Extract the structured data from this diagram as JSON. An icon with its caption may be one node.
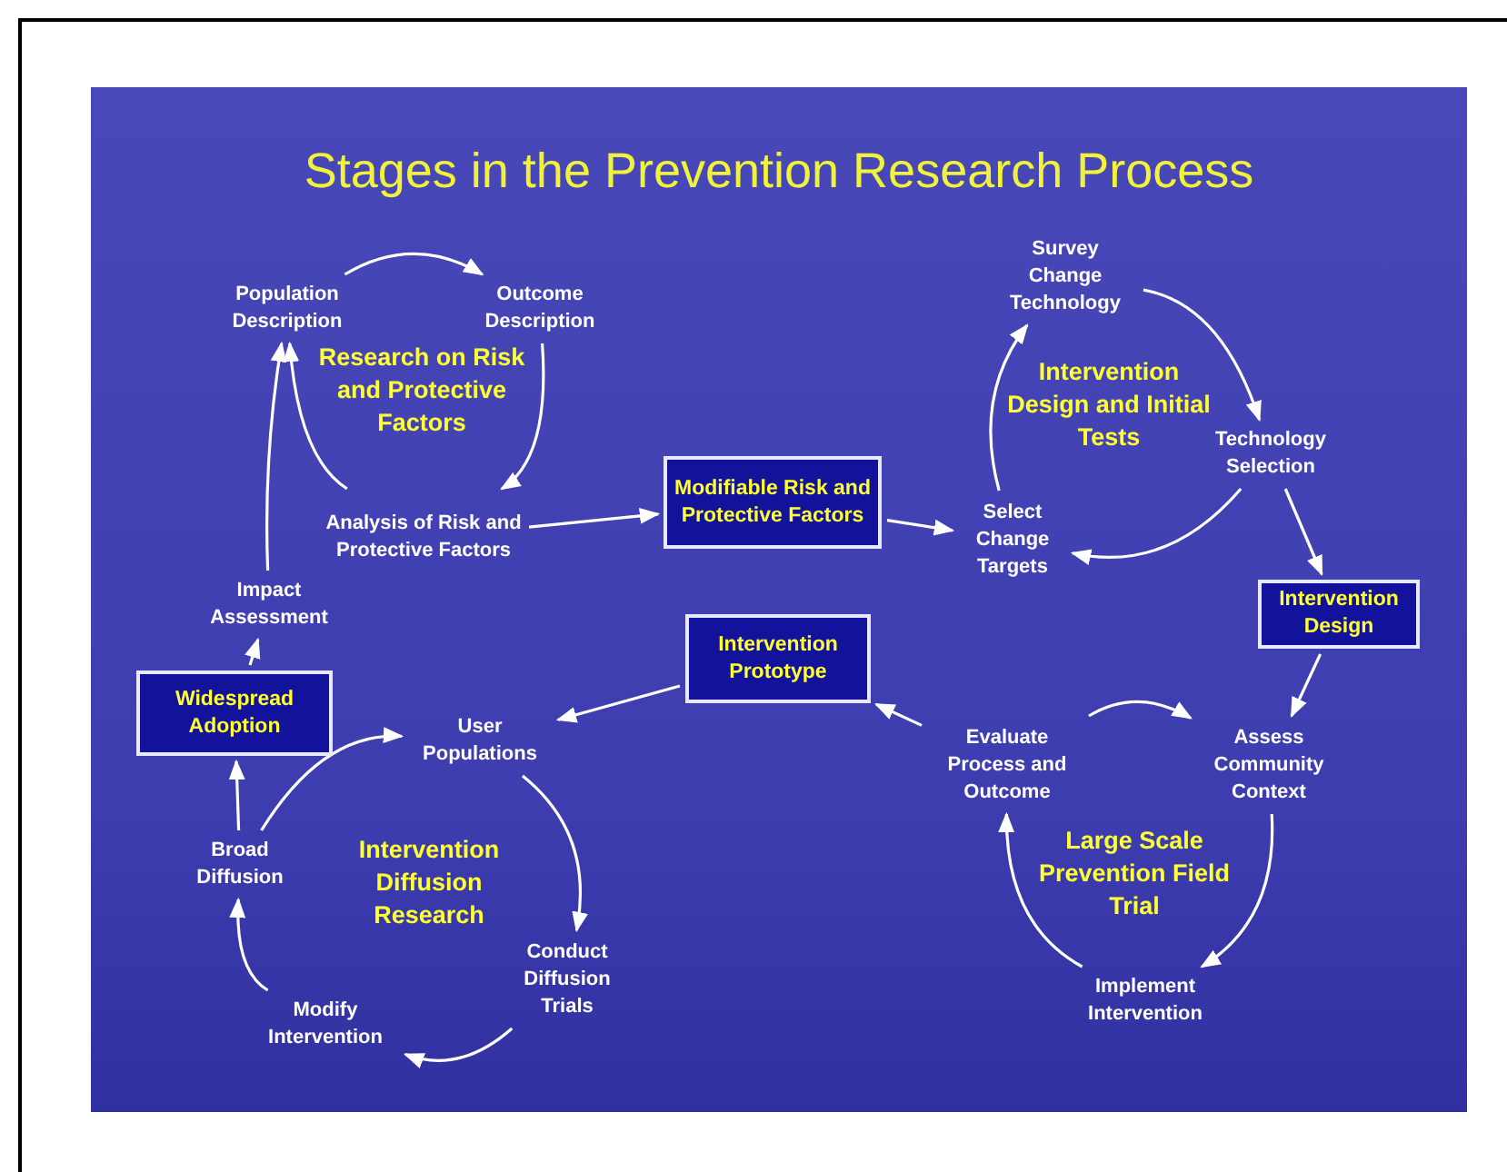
{
  "diagram": {
    "title": "Stages in the Prevention Research Process",
    "nodes": [
      {
        "text": [
          "Population Description"
        ]
      },
      {
        "text": [
          "Outcome Description"
        ]
      },
      {
        "text": [
          "Analysis of Risk and Protective Factors"
        ]
      },
      {
        "text": [
          "Modifiable Risk and Protective Factors"
        ]
      },
      {
        "text": [
          "Select Change Targets"
        ]
      },
      {
        "text": [
          "Survey Change Technology"
        ]
      },
      {
        "text": [
          "Technology Selection"
        ]
      },
      {
        "text": [
          "Intervention Design"
        ]
      },
      {
        "text": [
          "Assess Community Context"
        ]
      },
      {
        "text": [
          "Implement Intervention"
        ]
      },
      {
        "text": [
          "Evaluate Process and Outcome"
        ]
      },
      {
        "text": [
          "Intervention Prototype"
        ]
      },
      {
        "text": [
          "User Populations"
        ]
      },
      {
        "text": [
          "Conduct Diffusion Trials"
        ]
      },
      {
        "text": [
          "Modify Intervention"
        ]
      },
      {
        "text": [
          "Broad Diffusion"
        ]
      },
      {
        "text": [
          "Widespread Adoption"
        ]
      },
      {
        "text": [
          "Impact Assessment"
        ]
      }
    ],
    "edges": [
      {
        "from": 0,
        "to": 1,
        "arrow": "to"
      },
      {
        "from": 1,
        "to": 2,
        "arrow": "to"
      },
      {
        "from": 2,
        "to": 0,
        "arrow": "to"
      },
      {
        "from": 17,
        "to": 0,
        "arrow": "to"
      },
      {
        "from": 2,
        "to": 3,
        "arrow": "to"
      },
      {
        "from": 3,
        "to": 4,
        "arrow": "to"
      },
      {
        "from": 4,
        "to": 5,
        "arrow": "to"
      },
      {
        "from": 5,
        "to": 6,
        "arrow": "to"
      },
      {
        "from": 6,
        "to": 4,
        "arrow": "to"
      },
      {
        "from": 6,
        "to": 7,
        "arrow": "to"
      },
      {
        "from": 7,
        "to": 8,
        "arrow": "to"
      },
      {
        "from": 10,
        "to": 8,
        "arrow": "to"
      },
      {
        "from": 8,
        "to": 9,
        "arrow": "to"
      },
      {
        "from": 9,
        "to": 10,
        "arrow": "to"
      },
      {
        "from": 10,
        "to": 11,
        "arrow": "to"
      },
      {
        "from": 11,
        "to": 12,
        "arrow": "to"
      },
      {
        "from": 12,
        "to": 13,
        "arrow": "to"
      },
      {
        "from": 13,
        "to": 14,
        "arrow": "to"
      },
      {
        "from": 14,
        "to": 15,
        "arrow": "to"
      },
      {
        "from": 15,
        "to": 12,
        "arrow": "to"
      },
      {
        "from": 15,
        "to": 16,
        "arrow": "to"
      },
      {
        "from": 16,
        "to": 17,
        "arrow": "to"
      }
    ],
    "labels": [
      "Research on Risk and Protective Factors",
      "Intervention Design and Initial Tests",
      "Large Scale Prevention Field Trial",
      "Intervention Diffusion Research"
    ]
  }
}
